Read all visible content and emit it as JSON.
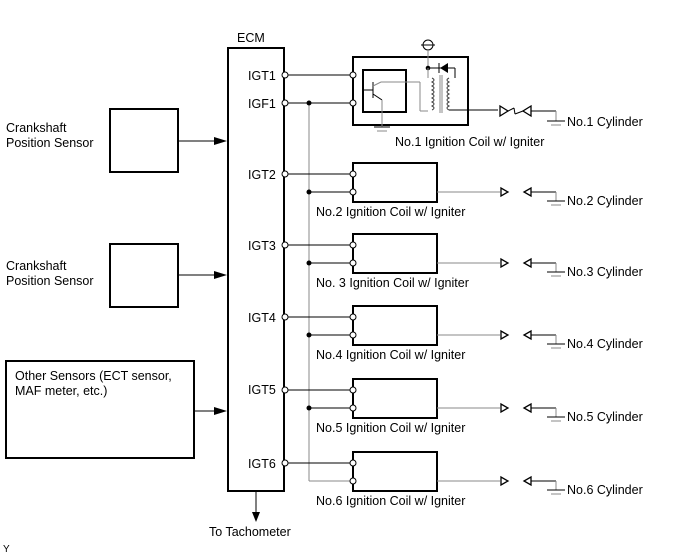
{
  "ecm": {
    "label": "ECM",
    "pins": [
      "IGT1",
      "IGF1",
      "IGT2",
      "IGT3",
      "IGT4",
      "IGT5",
      "IGT6"
    ],
    "output": "To Tachometer"
  },
  "sensors": [
    {
      "label_line1": "Crankshaft",
      "label_line2": "Position Sensor"
    },
    {
      "label_line1": "Crankshaft",
      "label_line2": "Position Sensor"
    },
    {
      "label_line1": "Other Sensors (ECT sensor,",
      "label_line2": "MAF meter, etc.)"
    }
  ],
  "coils": [
    {
      "label": "No.1 Ignition Coil w/ Igniter",
      "cylinder": "No.1 Cylinder"
    },
    {
      "label": "No.2 Ignition Coil w/ Igniter",
      "cylinder": "No.2 Cylinder"
    },
    {
      "label": "No. 3 Ignition Coil w/ Igniter",
      "cylinder": "No.3 Cylinder"
    },
    {
      "label": "No.4 Ignition Coil w/ Igniter",
      "cylinder": "No.4 Cylinder"
    },
    {
      "label": "No.5 Ignition Coil w/ Igniter",
      "cylinder": "No.5 Cylinder"
    },
    {
      "label": "No.6 Ignition Coil w/ Igniter",
      "cylinder": "No.6 Cylinder"
    }
  ],
  "corner_mark": "Y"
}
